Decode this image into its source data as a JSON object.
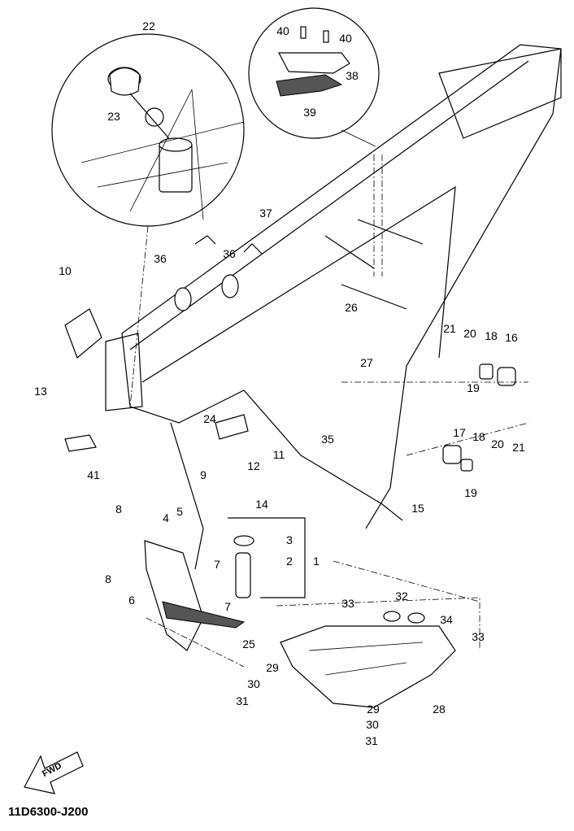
{
  "diagram_code": "11D6300-J200",
  "fwd_label": "FWD",
  "callouts": [
    {
      "id": "c22",
      "text": "22"
    },
    {
      "id": "c23",
      "text": "23"
    },
    {
      "id": "c40a",
      "text": "40"
    },
    {
      "id": "c40b",
      "text": "40"
    },
    {
      "id": "c38",
      "text": "38"
    },
    {
      "id": "c39",
      "text": "39"
    },
    {
      "id": "c37",
      "text": "37"
    },
    {
      "id": "c36a",
      "text": "36"
    },
    {
      "id": "c36b",
      "text": "36"
    },
    {
      "id": "c10",
      "text": "10"
    },
    {
      "id": "c13",
      "text": "13"
    },
    {
      "id": "c21a",
      "text": "21"
    },
    {
      "id": "c20a",
      "text": "20"
    },
    {
      "id": "c18a",
      "text": "18"
    },
    {
      "id": "c16",
      "text": "16"
    },
    {
      "id": "c27",
      "text": "27"
    },
    {
      "id": "c26",
      "text": "26"
    },
    {
      "id": "c19a",
      "text": "19"
    },
    {
      "id": "c24",
      "text": "24"
    },
    {
      "id": "c35",
      "text": "35"
    },
    {
      "id": "c11",
      "text": "11"
    },
    {
      "id": "c12",
      "text": "12"
    },
    {
      "id": "c9",
      "text": "9"
    },
    {
      "id": "c41",
      "text": "41"
    },
    {
      "id": "c17",
      "text": "17"
    },
    {
      "id": "c18b",
      "text": "18"
    },
    {
      "id": "c20b",
      "text": "20"
    },
    {
      "id": "c21b",
      "text": "21"
    },
    {
      "id": "c19b",
      "text": "19"
    },
    {
      "id": "c14",
      "text": "14"
    },
    {
      "id": "c15",
      "text": "15"
    },
    {
      "id": "c8a",
      "text": "8"
    },
    {
      "id": "c4",
      "text": "4"
    },
    {
      "id": "c5",
      "text": "5"
    },
    {
      "id": "c3",
      "text": "3"
    },
    {
      "id": "c2",
      "text": "2"
    },
    {
      "id": "c1",
      "text": "1"
    },
    {
      "id": "c7a",
      "text": "7"
    },
    {
      "id": "c8b",
      "text": "8"
    },
    {
      "id": "c7b",
      "text": "7"
    },
    {
      "id": "c6",
      "text": "6"
    },
    {
      "id": "c25",
      "text": "25"
    },
    {
      "id": "c33a",
      "text": "33"
    },
    {
      "id": "c32",
      "text": "32"
    },
    {
      "id": "c34",
      "text": "34"
    },
    {
      "id": "c33b",
      "text": "33"
    },
    {
      "id": "c29a",
      "text": "29"
    },
    {
      "id": "c30a",
      "text": "30"
    },
    {
      "id": "c31a",
      "text": "31"
    },
    {
      "id": "c28",
      "text": "28"
    },
    {
      "id": "c29b",
      "text": "29"
    },
    {
      "id": "c30b",
      "text": "30"
    },
    {
      "id": "c31b",
      "text": "31"
    }
  ]
}
